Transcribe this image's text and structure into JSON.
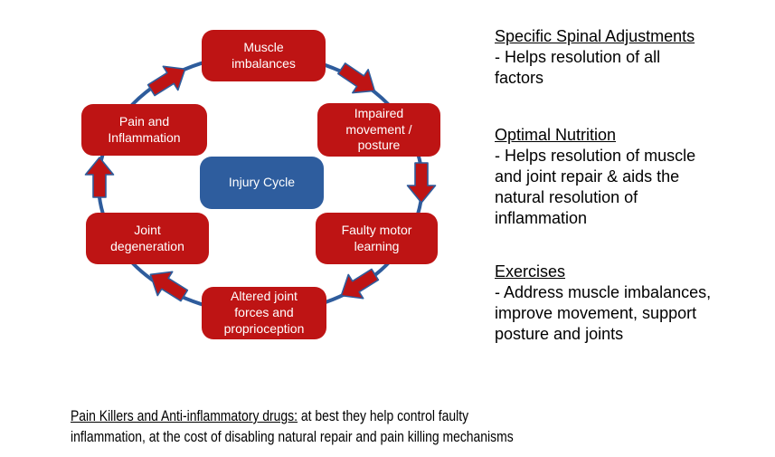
{
  "colors": {
    "node_red": "#be1414",
    "center_blue": "#2e5d9e",
    "circle_blue": "#2e5c9c",
    "arrow_red": "#be1414",
    "node_text": "#ffffff",
    "body_text": "#000000"
  },
  "diagram": {
    "center_label": "Injury Cycle",
    "nodes": [
      {
        "id": "muscle-imbalances",
        "label": "Muscle\nimbalances"
      },
      {
        "id": "impaired-movement-posture",
        "label": "Impaired\nmovement /\nposture"
      },
      {
        "id": "faulty-motor-learning",
        "label": "Faulty motor\nlearning"
      },
      {
        "id": "altered-joint-forces",
        "label": "Altered joint\nforces and\nproprioception"
      },
      {
        "id": "joint-degeneration",
        "label": "Joint\ndegeneration"
      },
      {
        "id": "pain-and-inflammation",
        "label": "Pain and\nInflammation"
      }
    ]
  },
  "sections": [
    {
      "heading": "Specific Spinal Adjustments",
      "body": "- Helps resolution of all\nfactors"
    },
    {
      "heading": "Optimal Nutrition",
      "body": "- Helps resolution of muscle\nand joint repair & aids the\nnatural resolution of\ninflammation"
    },
    {
      "heading": "Exercises",
      "body": "- Address muscle imbalances,\nimprove movement, support\nposture and joints"
    }
  ],
  "footnote": {
    "lead": "Pain Killers and Anti-inflammatory drugs:",
    "rest": " at best they help control faulty\ninflammation, at the cost of disabling natural repair and pain killing mechanisms"
  }
}
